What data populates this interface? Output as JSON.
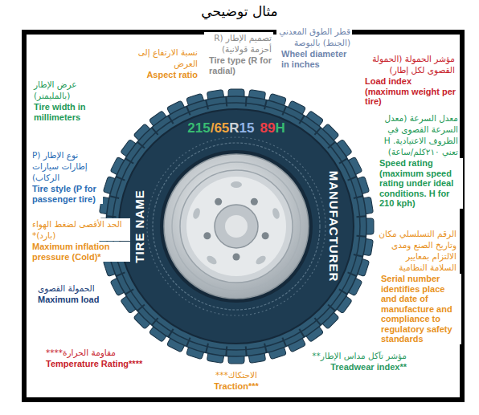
{
  "diagram": {
    "title": "مثال توضيحي",
    "nodes": [
      {
        "text": [
          "215",
          "/65",
          "R",
          "15",
          "89",
          "H",
          "TIRE NAME",
          "MANUFACTURER"
        ]
      }
    ],
    "labels": [
      "نسبة الارتفاع إلى العرض",
      "Aspect ratio",
      "تصميم الإطار (R أحزمة قولانية)",
      "Tire type (R for radial)",
      "قطر الطوق المعدني (الجنط) بالبوصة",
      "Wheel diameter in inches",
      "مؤشر الحمولة (الحمولة القصوى لكل إطار)",
      "Load index (maximum weight per tire)",
      "عرض الإطار (بالمليمتر)",
      "Tire width in millimeters",
      "معدل السرعة (معدل السرعة القصوى في الظروف الاعتيادية. H تعني ٢١٠كلم/ساعة)",
      "Speed rating (maximum speed rating under ideal conditions. H for 210 kph)",
      "نوع الإطار (P إطارات سيارات الركاب)",
      "Tire style (P for passenger tire)",
      "الرقم التسلسلي مكان وتاريخ الصنع ومدى الالتزام بمعايير السلامة النظامية",
      "Serial number identifies place and date of manufacture and compliance to regulatory safety standards",
      "الحد الأقصى لضغط الهواء (بارد)*",
      "Maximum inflation pressure (Cold)*",
      "الحمولة القصوى",
      "Maximum load",
      "مقاومة الحرارة****",
      "Temperature Rating****",
      "مؤشر تآكل مداس الإطار**",
      "Treadwear index**",
      "الاحتكاك***",
      "Traction***"
    ]
  }
}
